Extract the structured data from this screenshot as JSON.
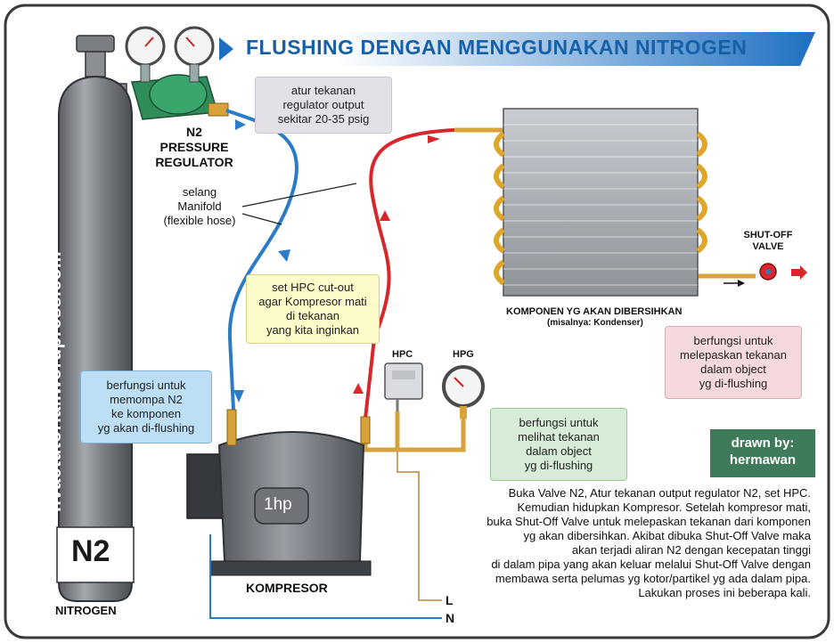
{
  "title": "FLUSHING DENGAN MENGGUNAKAN NITROGEN",
  "cylinder": {
    "website": "hvactutorial.wordpress.com",
    "gas_label": "N2",
    "caption": "NITROGEN"
  },
  "regulator": {
    "label_line1": "N2",
    "label_line2": "PRESSURE",
    "label_line3": "REGULATOR"
  },
  "hose": {
    "label_line1": "selang",
    "label_line2": "Manifold",
    "label_line3": "(flexible hose)"
  },
  "notes": {
    "regulator_note": [
      "atur tekanan",
      "regulator output",
      "sekitar 20-35 psig"
    ],
    "hpc_note": [
      "set HPC cut-out",
      "agar Kompresor mati",
      "di tekanan",
      "yang kita inginkan"
    ],
    "compressor_note": [
      "berfungsi untuk",
      "memompa N2",
      "ke komponen",
      "yg akan di-flushing"
    ],
    "hpg_note": [
      "berfungsi untuk",
      "melihat tekanan",
      "dalam object",
      "yg di-flushing"
    ],
    "valve_note": [
      "berfungsi untuk",
      "melepaskan tekanan",
      "dalam object",
      "yg di-flushing"
    ]
  },
  "hpc": {
    "label": "HPC"
  },
  "hpg": {
    "label": "HPG"
  },
  "compressor": {
    "size": "1hp",
    "label": "KOMPRESOR"
  },
  "condenser": {
    "label": "KOMPONEN YG AKAN DIBERSIHKAN",
    "sublabel": "(misalnya: Kondenser)"
  },
  "shutoff": {
    "label_line1": "SHUT-OFF",
    "label_line2": "VALVE"
  },
  "power": {
    "live": "L",
    "neutral": "N"
  },
  "drawn_by": {
    "line1": "drawn by:",
    "line2": "hermawan"
  },
  "instructions": [
    "Buka Valve N2, Atur tekanan output regulator N2, set HPC.",
    "Kemudian hidupkan Kompresor. Setelah kompresor mati,",
    "buka Shut-Off Valve untuk melepaskan tekanan dari komponen",
    "yg akan dibersihkan. Akibat dibuka Shut-Off Valve maka",
    "akan terjadi aliran N2 dengan kecepatan tinggi",
    "di dalam pipa yang akan keluar melalui Shut-Off Valve dengan",
    "membawa serta pelumas yg kotor/partikel yg ada dalam pipa.",
    "Lakukan proses ini beberapa kali."
  ],
  "colors": {
    "hose_blue": "#2a7bc8",
    "hose_red": "#d8262b",
    "copper": "#d8a23a",
    "cylinder_gray": "#6e7277",
    "banner_blue": "#1c6fc0"
  }
}
